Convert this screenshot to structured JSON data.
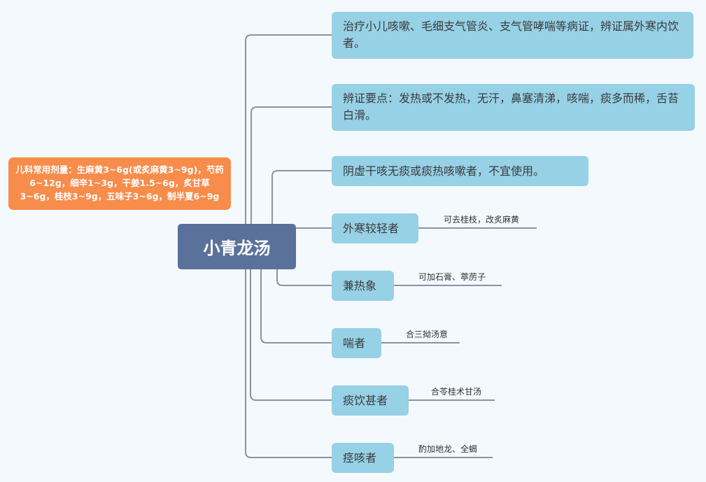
{
  "root": {
    "label": "小青龙汤"
  },
  "side_note": {
    "label": "儿科常用剂量：生麻黄3~6g(或炙麻黄3~9g)，芍药6~12g，细辛1~3g，干姜1.5~6g，炙甘草3~6g，桂枝3~9g，五味子3~6g，制半夏6~9g"
  },
  "branches": [
    {
      "label": "治疗小儿咳嗽、毛细支气管炎、支气管哮喘等病证，辨证属外寒内饮者。"
    },
    {
      "label": "辨证要点：发热或不发热，无汗，鼻塞清涕，咳喘，痰多而稀，舌苔白滑。"
    },
    {
      "label": "阴虚干咳无痰或痰热咳嗽者，不宜使用。"
    },
    {
      "label": "外寒较轻者",
      "note": "可去桂枝，改炙麻黄"
    },
    {
      "label": "兼热象",
      "note": "可加石膏、葶苈子"
    },
    {
      "label": "喘者",
      "note": "合三拗汤意"
    },
    {
      "label": "痰饮甚者",
      "note": "合苓桂术甘汤"
    },
    {
      "label": "痉咳者",
      "note": "酌加地龙、全蝎"
    }
  ],
  "colors": {
    "root": "#5a719b",
    "branch": "#96d1e6",
    "side": "#f78c4b",
    "line": "#8a93a3"
  }
}
